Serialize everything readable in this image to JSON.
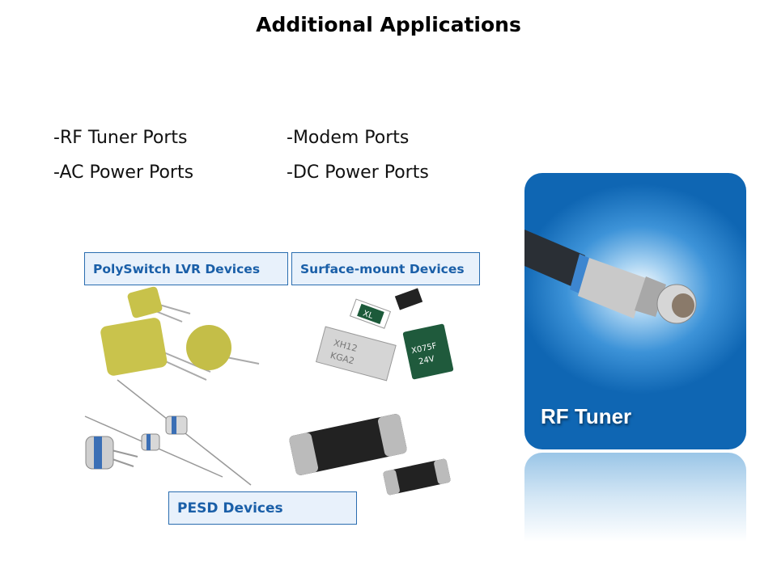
{
  "title": "Additional Applications",
  "bullets": {
    "col1": [
      "-RF Tuner Ports",
      "-AC Power Ports"
    ],
    "col2": [
      "-Modem Ports",
      "-DC Power Ports"
    ]
  },
  "labels": {
    "polyswitch": "PolySwitch  LVR Devices",
    "smd": "Surface-mount Devices",
    "pesd": "PESD Devices"
  },
  "smd_markings": {
    "a": "XL",
    "b": "XH12",
    "c": "KGA2",
    "d": "X075F",
    "e": "24V"
  },
  "card": {
    "title": "RF Tuner",
    "icon": "coax-connector-icon"
  },
  "colors": {
    "accent": "#1a5fa8",
    "card": "#0f66b3",
    "label_bg": "#e8f1fb"
  }
}
